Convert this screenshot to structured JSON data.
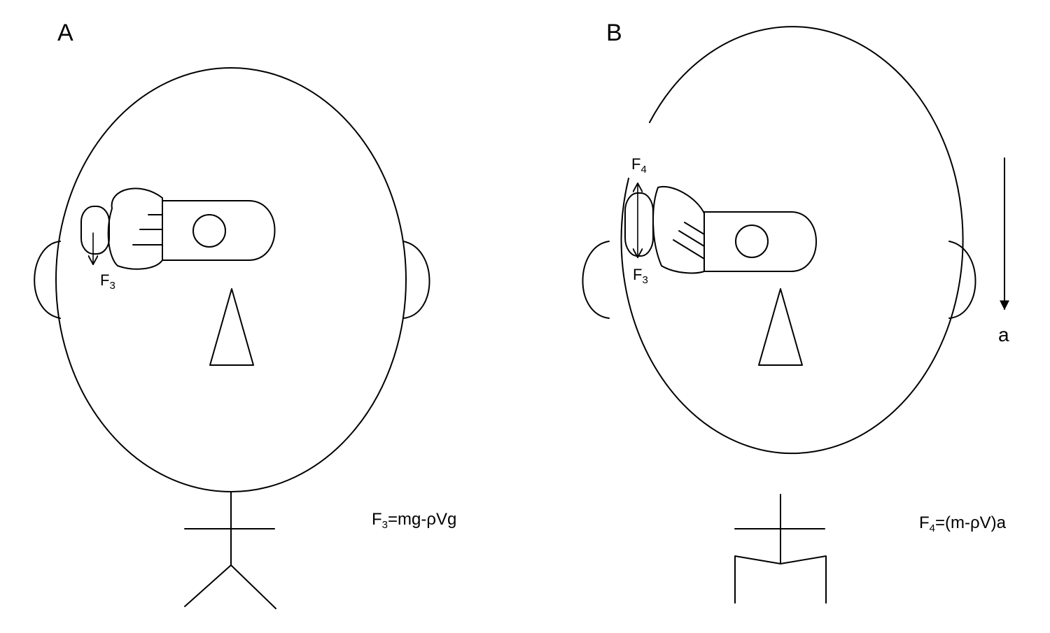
{
  "panel_a": {
    "label": "A",
    "force_label": {
      "base": "F",
      "sub": "3"
    },
    "equation": {
      "lhs_base": "F",
      "lhs_sub": "3",
      "rhs": "=mg-ρVg"
    }
  },
  "panel_b": {
    "label": "B",
    "force_top_label": {
      "base": "F",
      "sub": "4"
    },
    "force_bottom_label": {
      "base": "F",
      "sub": "3"
    },
    "acceleration_label": "a",
    "equation": {
      "lhs_base": "F",
      "lhs_sub": "4",
      "rhs": "=(m-ρV)a"
    }
  },
  "colors": {
    "stroke": "#000000",
    "background": "#ffffff"
  }
}
